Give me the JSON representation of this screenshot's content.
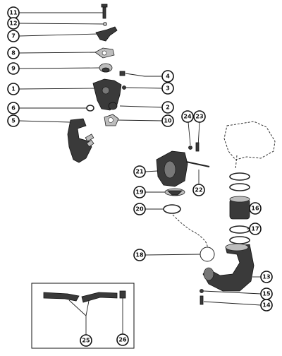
{
  "callouts": [
    {
      "id": "c11",
      "label": "11"
    },
    {
      "id": "c12",
      "label": "12"
    },
    {
      "id": "c7",
      "label": "7"
    },
    {
      "id": "c8",
      "label": "8"
    },
    {
      "id": "c9",
      "label": "9"
    },
    {
      "id": "c4",
      "label": "4"
    },
    {
      "id": "c1",
      "label": "1"
    },
    {
      "id": "c3",
      "label": "3"
    },
    {
      "id": "c6",
      "label": "6"
    },
    {
      "id": "c2",
      "label": "2"
    },
    {
      "id": "c5",
      "label": "5"
    },
    {
      "id": "c10",
      "label": "10"
    },
    {
      "id": "c24",
      "label": "24"
    },
    {
      "id": "c23",
      "label": "23"
    },
    {
      "id": "c21",
      "label": "21"
    },
    {
      "id": "c22",
      "label": "22"
    },
    {
      "id": "c19",
      "label": "19"
    },
    {
      "id": "c16",
      "label": "16"
    },
    {
      "id": "c20",
      "label": "20"
    },
    {
      "id": "c17",
      "label": "17"
    },
    {
      "id": "c18",
      "label": "18"
    },
    {
      "id": "c13",
      "label": "13"
    },
    {
      "id": "c15",
      "label": "15"
    },
    {
      "id": "c14",
      "label": "14"
    },
    {
      "id": "c25",
      "label": "25"
    },
    {
      "id": "c26",
      "label": "26"
    }
  ]
}
